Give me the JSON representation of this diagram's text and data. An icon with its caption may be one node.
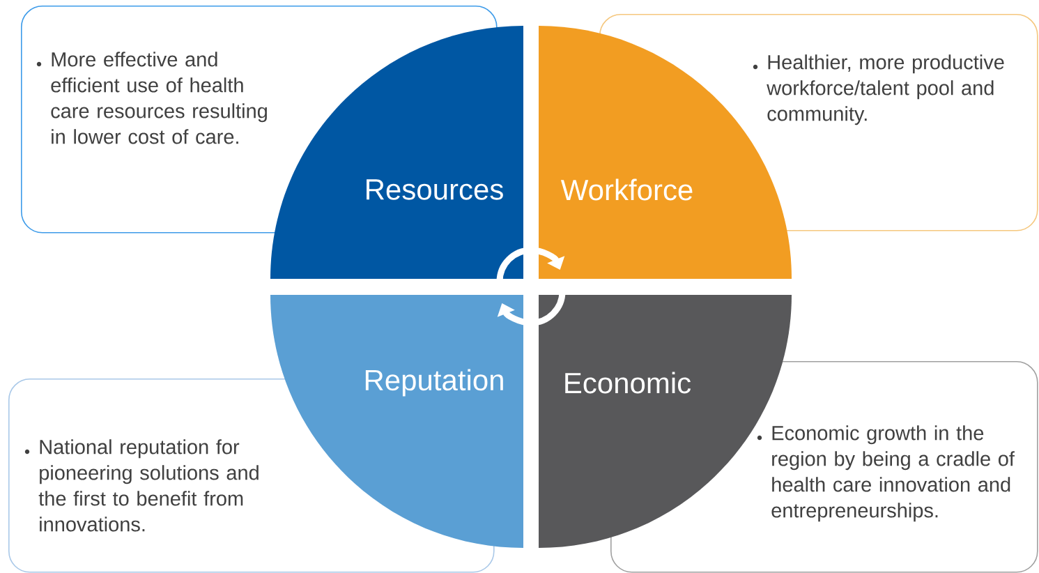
{
  "diagram": {
    "nodes": [
      {
        "text": [
          "More effective and efficient use of health care resources resulting in lower cost of care."
        ]
      },
      {
        "text": [
          "Resources"
        ]
      },
      {
        "text": [
          "Workforce"
        ]
      },
      {
        "text": [
          "Healthier, more productive workforce/talent pool and community."
        ]
      },
      {
        "text": [
          "Reputation"
        ]
      },
      {
        "text": [
          "Economic"
        ]
      },
      {
        "text": [
          "National reputation for pioneering solutions and the first to benefit from innovations."
        ]
      },
      {
        "text": [
          "Economic growth in the region by being a cradle of health care innovation and entrepreneurships."
        ]
      }
    ]
  }
}
